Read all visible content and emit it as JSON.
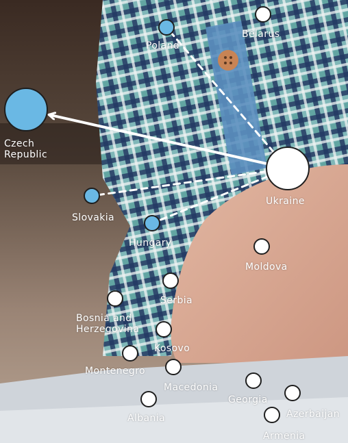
{
  "colors": {
    "highlight_node": "#6ab8e4",
    "default_node": "#ffffff",
    "stroke": "#1e1e1e",
    "line": "#ffffff"
  },
  "nodes": {
    "belarus": {
      "label": "Belarus",
      "highlight": false
    },
    "poland": {
      "label": "Poland",
      "highlight": true
    },
    "czech": {
      "label": "Czech\nRepublic",
      "highlight": true
    },
    "ukraine": {
      "label": "Ukraine",
      "highlight": false
    },
    "slovakia": {
      "label": "Slovakia",
      "highlight": true
    },
    "hungary": {
      "label": "Hungary",
      "highlight": true
    },
    "moldova": {
      "label": "Moldova",
      "highlight": false
    },
    "serbia": {
      "label": "Serbia",
      "highlight": false
    },
    "bosnia": {
      "label": "Bosnia and\nHerzegovina",
      "highlight": false
    },
    "kosovo": {
      "label": "Kosovo",
      "highlight": false
    },
    "montenegro": {
      "label": "Montenegro",
      "highlight": false
    },
    "macedonia": {
      "label": "Macedonia",
      "highlight": false
    },
    "georgia": {
      "label": "Georgia",
      "highlight": false
    },
    "azerbaijan": {
      "label": "Azerbaijan",
      "highlight": false
    },
    "albania": {
      "label": "Albania",
      "highlight": false
    },
    "armenia": {
      "label": "Armenia",
      "highlight": false
    }
  },
  "links": [
    {
      "from": "ukraine",
      "to": "czech",
      "style": "arrow"
    },
    {
      "from": "ukraine",
      "to": "poland",
      "style": "dashed"
    },
    {
      "from": "ukraine",
      "to": "slovakia",
      "style": "dashed"
    },
    {
      "from": "ukraine",
      "to": "hungary",
      "style": "dashed"
    }
  ]
}
